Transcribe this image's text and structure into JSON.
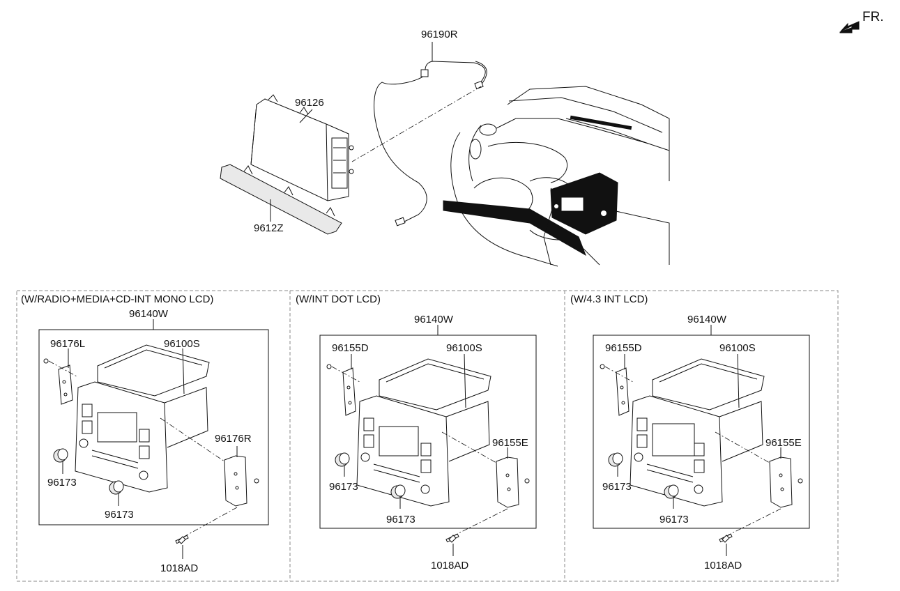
{
  "direction": {
    "label": "FR."
  },
  "top": {
    "labels": {
      "bracket_96126": "96126",
      "bezel": "9612Z",
      "cable": "96190R"
    }
  },
  "sections": [
    {
      "title": "(W/RADIO+MEDIA+CD-INT MONO LCD)",
      "assembly": "96140W",
      "bracket_left": "96176L",
      "unit": "96100S",
      "bracket_right": "96176R",
      "knob_a": "96173",
      "knob_b": "96173",
      "screw": "1018AD"
    },
    {
      "title": "(W/INT DOT LCD)",
      "assembly": "96140W",
      "bracket_left": "96155D",
      "unit": "96100S",
      "bracket_right": "96155E",
      "knob_a": "96173",
      "knob_b": "96173",
      "screw": "1018AD"
    },
    {
      "title": "(W/4.3 INT LCD)",
      "assembly": "96140W",
      "bracket_left": "96155D",
      "unit": "96100S",
      "bracket_right": "96155E",
      "knob_a": "96173",
      "knob_b": "96173",
      "screw": "1018AD"
    }
  ]
}
